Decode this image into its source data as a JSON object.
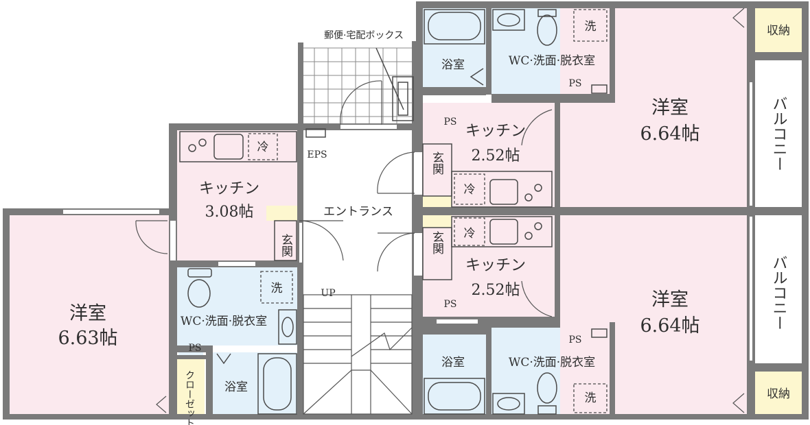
{
  "labels": {
    "left_western": "洋室",
    "left_western_size": "6.63帖",
    "left_kitchen": "キッチン",
    "left_kitchen_size": "3.08帖",
    "left_genkan": "玄関",
    "left_wc": "WC·洗面·脱衣室",
    "left_bath": "浴室",
    "left_closet": "クローゼット",
    "left_ps": "PS",
    "entrance": "エントランス",
    "up": "UP",
    "eps": "EPS",
    "mailbox": "郵便·宅配ボックス",
    "top_bath": "浴室",
    "top_wc": "WC·洗面·脱衣室",
    "top_ps_a": "PS",
    "top_ps_b": "PS",
    "top_kitchen": "キッチン",
    "top_kitchen_size": "2.52帖",
    "top_genkan": "玄関",
    "top_western": "洋室",
    "top_western_size": "6.64帖",
    "top_storage": "収納",
    "top_balcony": "バルコニー",
    "bot_kitchen": "キッチン",
    "bot_kitchen_size": "2.52帖",
    "bot_genkan": "玄関",
    "bot_ps_a": "PS",
    "bot_ps_b": "PS",
    "bot_bath": "浴室",
    "bot_wc": "WC·洗面·脱衣室",
    "bot_western": "洋室",
    "bot_western_size": "6.64帖",
    "bot_storage": "収納",
    "bot_balcony": "バルコニー",
    "fridge": "冷",
    "washer": "洗"
  }
}
